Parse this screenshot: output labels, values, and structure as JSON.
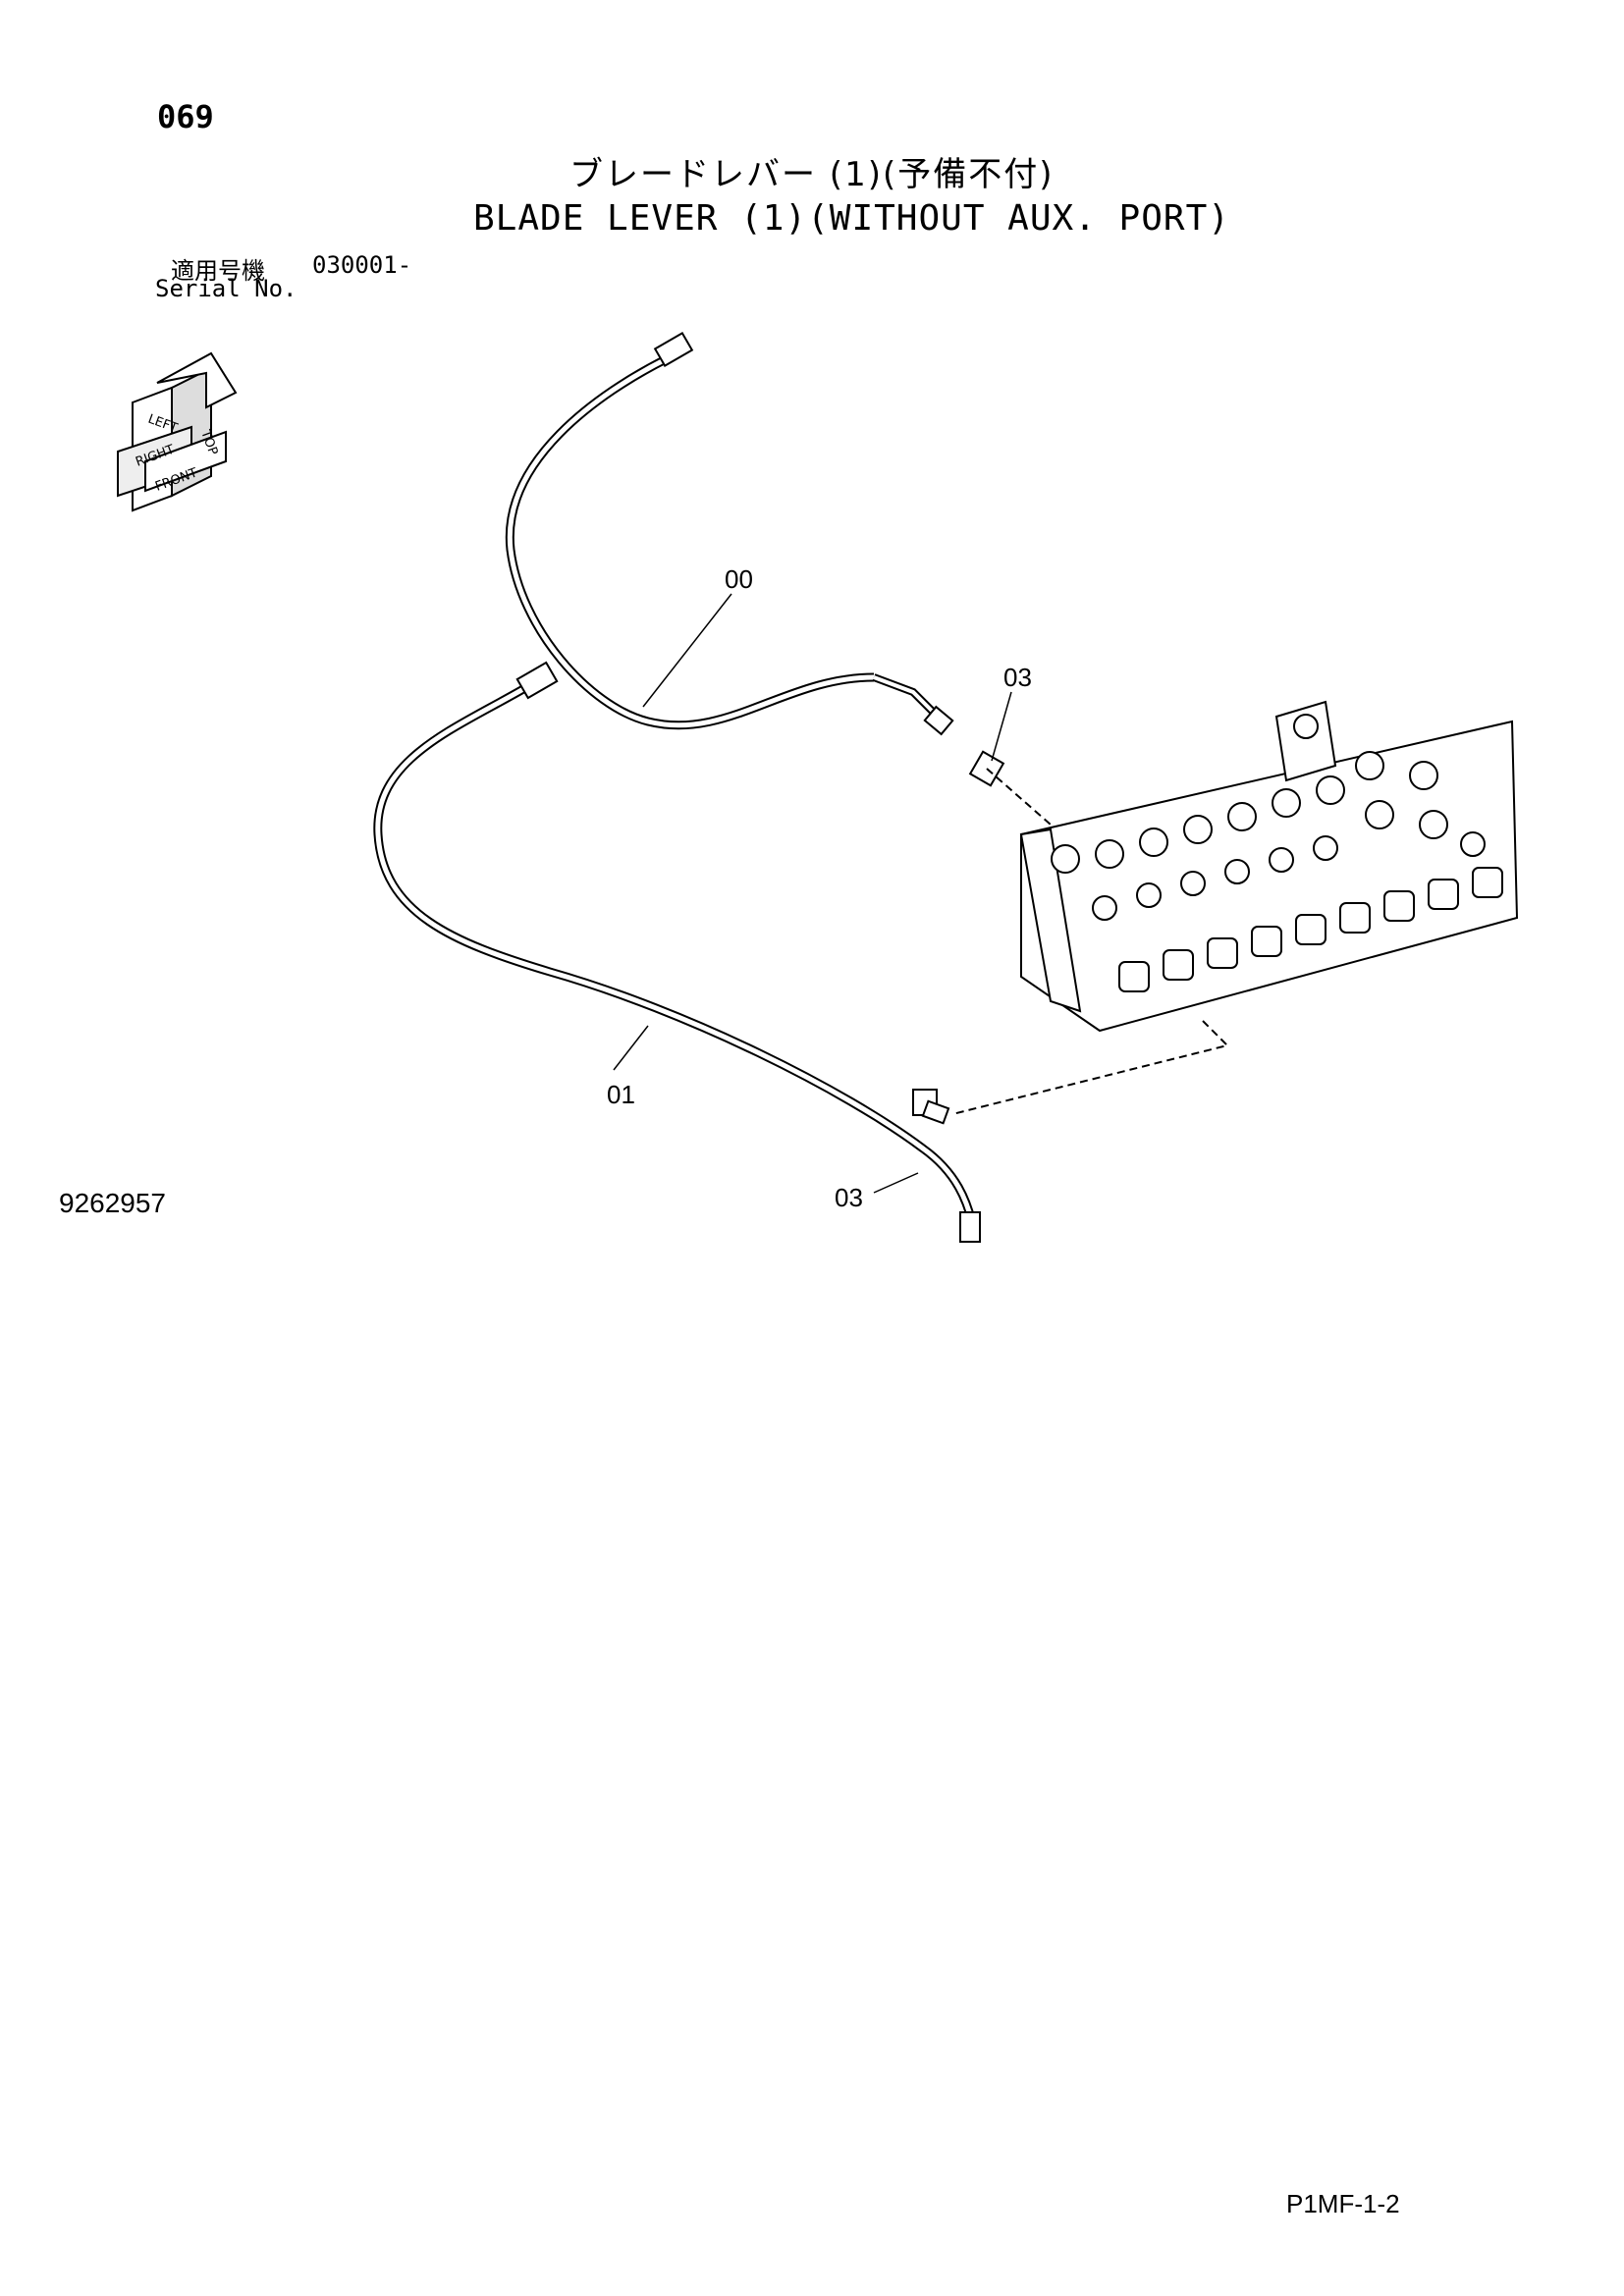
{
  "header": {
    "page_number": "069",
    "title_jp": "ブレードレバー (1)(予備不付)",
    "title_en": "BLADE LEVER (1)(WITHOUT AUX. PORT)",
    "serial_label_jp": "適用号機",
    "serial_value": "030001-",
    "serial_label_en": "Serial No."
  },
  "orientation_icon": {
    "labels": [
      "TOP",
      "LEFT",
      "RIGHT",
      "FRONT"
    ]
  },
  "callouts": {
    "hose_00": "00",
    "hose_01": "01",
    "fitting_upper": "03",
    "fitting_lower": "03"
  },
  "footer": {
    "drawing_number": "9262957",
    "page_ref": "P1MF-1-2"
  }
}
